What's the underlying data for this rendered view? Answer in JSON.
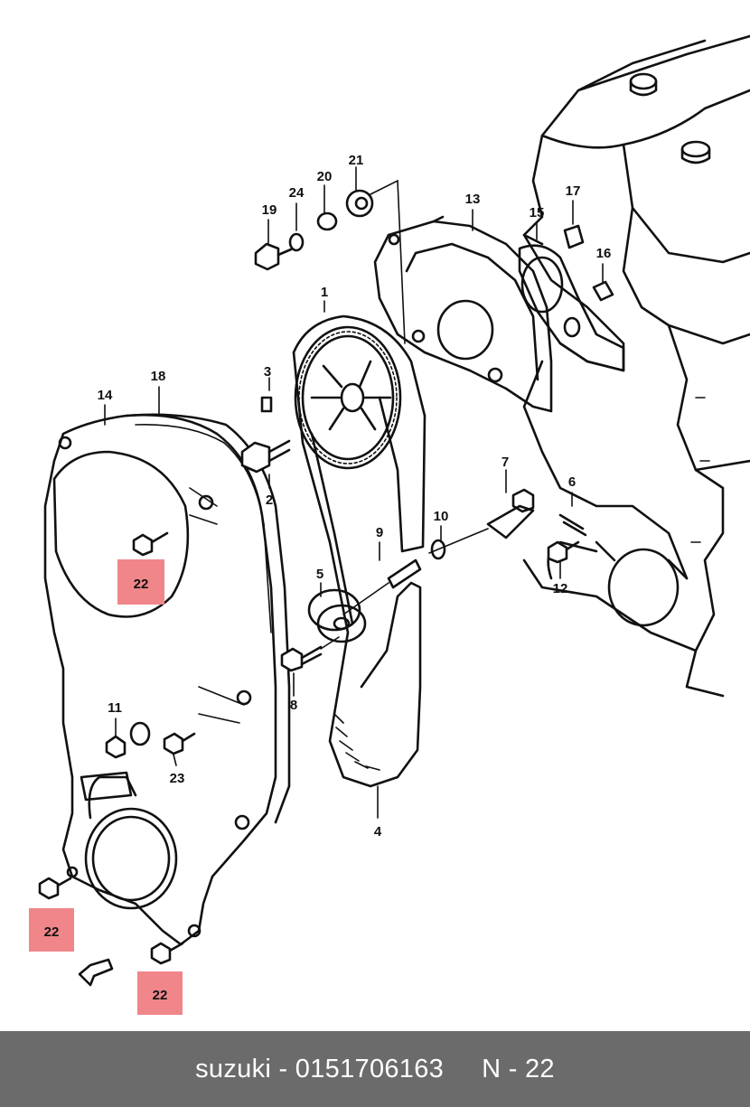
{
  "callouts": [
    {
      "id": "1",
      "text": "1"
    },
    {
      "id": "2",
      "text": "2"
    },
    {
      "id": "3",
      "text": "3"
    },
    {
      "id": "4",
      "text": "4"
    },
    {
      "id": "5",
      "text": "5"
    },
    {
      "id": "6",
      "text": "6"
    },
    {
      "id": "7",
      "text": "7"
    },
    {
      "id": "8",
      "text": "8"
    },
    {
      "id": "9",
      "text": "9"
    },
    {
      "id": "10",
      "text": "10"
    },
    {
      "id": "11",
      "text": "11"
    },
    {
      "id": "12",
      "text": "12"
    },
    {
      "id": "13",
      "text": "13"
    },
    {
      "id": "14",
      "text": "14"
    },
    {
      "id": "15",
      "text": "15"
    },
    {
      "id": "16",
      "text": "16"
    },
    {
      "id": "17",
      "text": "17"
    },
    {
      "id": "18",
      "text": "18"
    },
    {
      "id": "19",
      "text": "19"
    },
    {
      "id": "20",
      "text": "20"
    },
    {
      "id": "21",
      "text": "21"
    },
    {
      "id": "23",
      "text": "23"
    },
    {
      "id": "24",
      "text": "24"
    }
  ],
  "highlighted": {
    "text": "22",
    "color": "#f0868a",
    "count": 3
  },
  "footer": {
    "brand": "suzuki",
    "separator": "-",
    "part_number": "0151706163",
    "ref": "N - 22",
    "background": "#6b6b6b"
  }
}
